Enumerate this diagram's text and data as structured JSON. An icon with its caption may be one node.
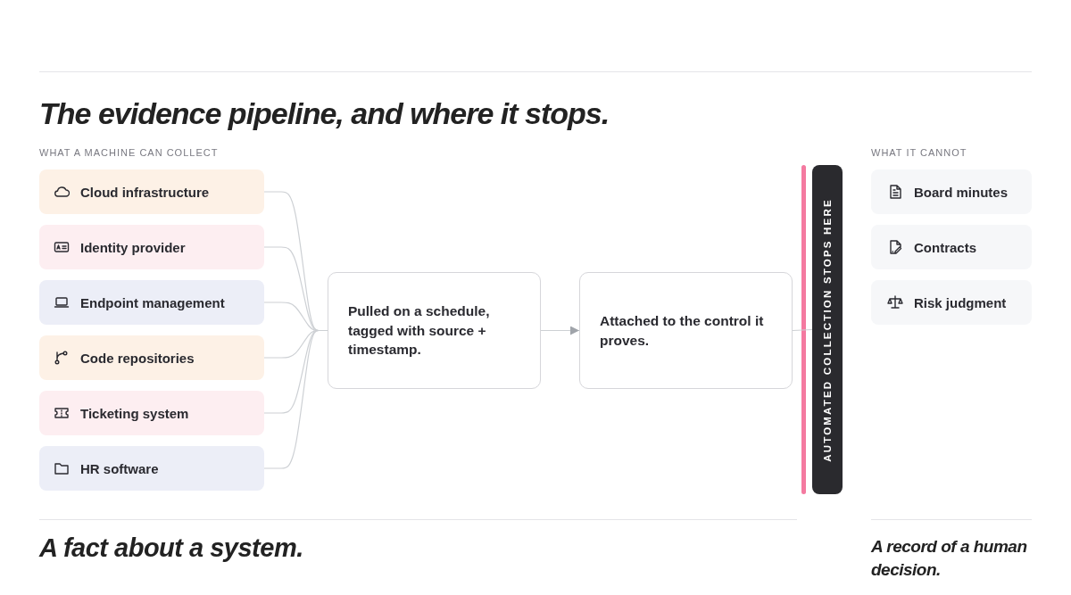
{
  "diagram": {
    "title": "The evidence pipeline, *and where it stops.*",
    "nodes": [
      {
        "text": [
          "Cloud infrastructure"
        ]
      },
      {
        "text": [
          "Identity provider"
        ]
      },
      {
        "text": [
          "Endpoint management"
        ]
      },
      {
        "text": [
          "Code repositories"
        ]
      },
      {
        "text": [
          "Ticketing system"
        ]
      },
      {
        "text": [
          "HR software"
        ]
      },
      {
        "text": [
          "Pulled on a schedule, tagged with source + timestamp."
        ]
      },
      {
        "text": [
          "Attached to the control it proves."
        ]
      },
      {
        "text": [
          "AUTOMATED COLLECTION STOPS HERE"
        ]
      },
      {
        "text": [
          "Board minutes"
        ]
      },
      {
        "text": [
          "Contracts"
        ]
      },
      {
        "text": [
          "Risk judgment"
        ]
      }
    ],
    "edges": [
      {
        "from": 0,
        "to": 6,
        "arrow": "none"
      },
      {
        "from": 1,
        "to": 6,
        "arrow": "none"
      },
      {
        "from": 2,
        "to": 6,
        "arrow": "none"
      },
      {
        "from": 3,
        "to": 6,
        "arrow": "none"
      },
      {
        "from": 4,
        "to": 6,
        "arrow": "none"
      },
      {
        "from": 5,
        "to": 6,
        "arrow": "none"
      },
      {
        "from": 6,
        "to": 7,
        "arrow": "to"
      },
      {
        "from": 7,
        "to": 8,
        "arrow": "none"
      }
    ],
    "labels": [
      "WHAT A MACHINE CAN COLLECT",
      "WHAT IT CANNOT",
      "A fact about a system.",
      "A record of a *human decision.*"
    ]
  }
}
